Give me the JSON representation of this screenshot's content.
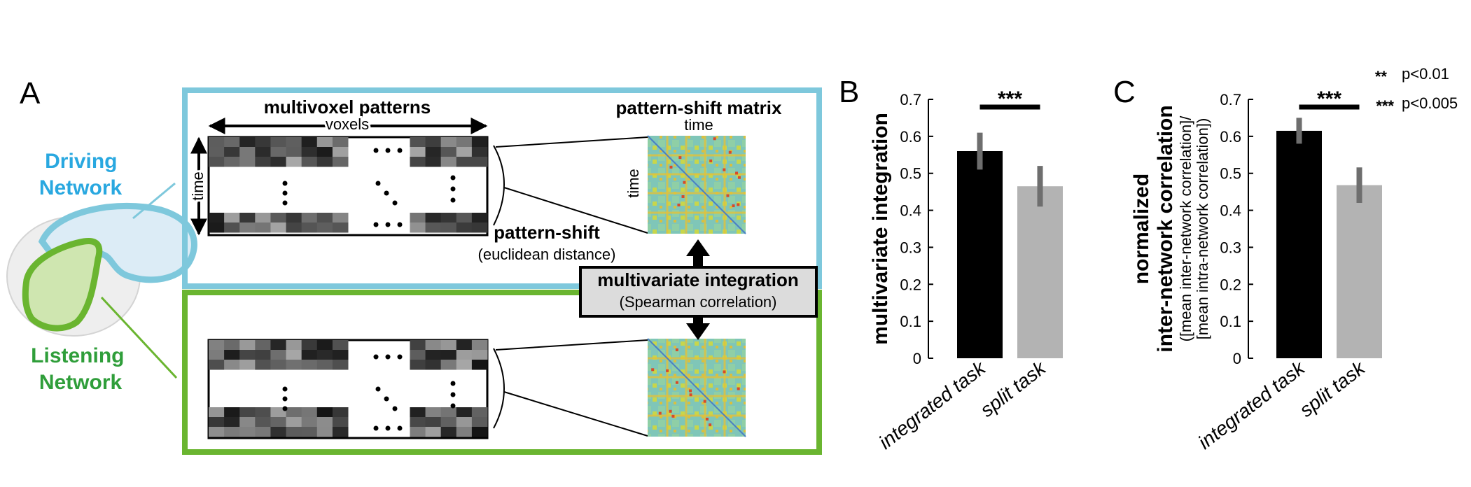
{
  "panel_a": {
    "letter": "A",
    "driving_network": [
      "Driving",
      "Network"
    ],
    "listening_network": [
      "Listening",
      "Network"
    ],
    "multivoxel_title": "multivoxel patterns",
    "voxels_label": "voxels",
    "time_label": "time",
    "matrix_title": "pattern-shift matrix",
    "matrix_time_top": "time",
    "matrix_time_side": "time",
    "pattern_shift": "pattern-shift",
    "pattern_shift_sub": "(euclidean distance)",
    "integration_title": "multivariate integration",
    "integration_sub": "(Spearman correlation)",
    "colors": {
      "driving": "#7ec8dc",
      "driving_text": "#29a8e0",
      "listening": "#6ab530",
      "listening_text": "#2f9e3a",
      "box_fill": "#dcdcdc"
    }
  },
  "legend": {
    "double": {
      "stars": "**",
      "text": "p<0.01"
    },
    "triple": {
      "stars": "***",
      "text": "p<0.005"
    }
  },
  "chart_data": [
    {
      "type": "bar",
      "panel": "B",
      "ylabel": "multivariate integration",
      "categories": [
        "integrated task",
        "split task"
      ],
      "values": [
        0.56,
        0.465
      ],
      "errors": [
        0.05,
        0.055
      ],
      "colors": [
        "#000000",
        "#b3b3b3"
      ],
      "ylim": [
        0,
        0.7
      ],
      "yticks": [
        "0",
        "0.1",
        "0.2",
        "0.3",
        "0.4",
        "0.5",
        "0.6",
        "0.7"
      ],
      "significance": "***"
    },
    {
      "type": "bar",
      "panel": "C",
      "ylabel": [
        "normalized",
        "inter-network correlation"
      ],
      "ylabel_sub": [
        "([mean inter-network correlation]/",
        "[mean intra-network correlation])"
      ],
      "categories": [
        "integrated task",
        "split task"
      ],
      "values": [
        0.615,
        0.468
      ],
      "errors": [
        0.035,
        0.048
      ],
      "colors": [
        "#000000",
        "#b3b3b3"
      ],
      "ylim": [
        0,
        0.7
      ],
      "yticks": [
        "0",
        "0.1",
        "0.2",
        "0.3",
        "0.4",
        "0.5",
        "0.6",
        "0.7"
      ],
      "significance": "***"
    }
  ]
}
